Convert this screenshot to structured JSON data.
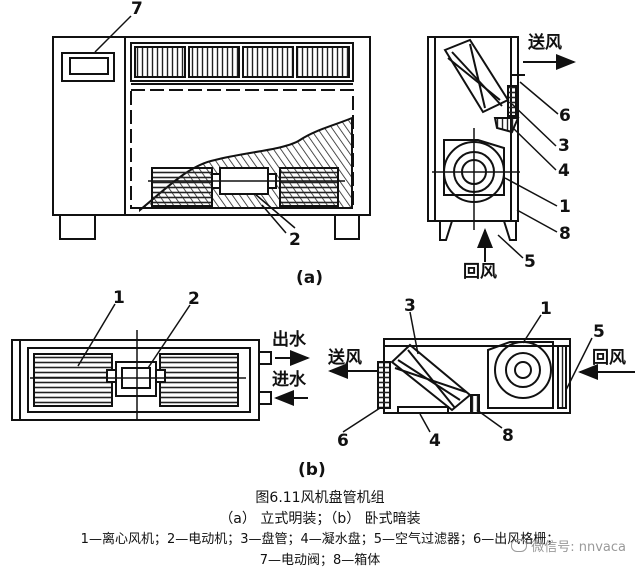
{
  "labels": {
    "a_7": "7",
    "a_2": "2",
    "a_6": "6",
    "a_3": "3",
    "a_4": "4",
    "a_1": "1",
    "a_8": "8",
    "a_5": "5",
    "b_1": "1",
    "b_2": "2",
    "c_3": "3",
    "c_1": "1",
    "c_5": "5",
    "c_6": "6",
    "c_4": "4",
    "c_8": "8"
  },
  "airflow": {
    "supply_air_a": "送风",
    "return_air_a": "回风",
    "water_out": "出水",
    "water_in": "进水",
    "supply_air_b": "送风",
    "return_air_b": "回风"
  },
  "subfigures": {
    "a": "(a)",
    "b": "(b)"
  },
  "caption": {
    "title": "图6.11风机盘管机组",
    "subtitle": "（a） 立式明装；（b） 卧式暗装",
    "legend_line1": "1—离心风机；2—电动机；3—盘管；4—凝水盘；5—空气过滤器；6—出风格栅；",
    "legend_line2": "7—电动阀；8—箱体"
  },
  "watermark": "微信号: nnvaca"
}
